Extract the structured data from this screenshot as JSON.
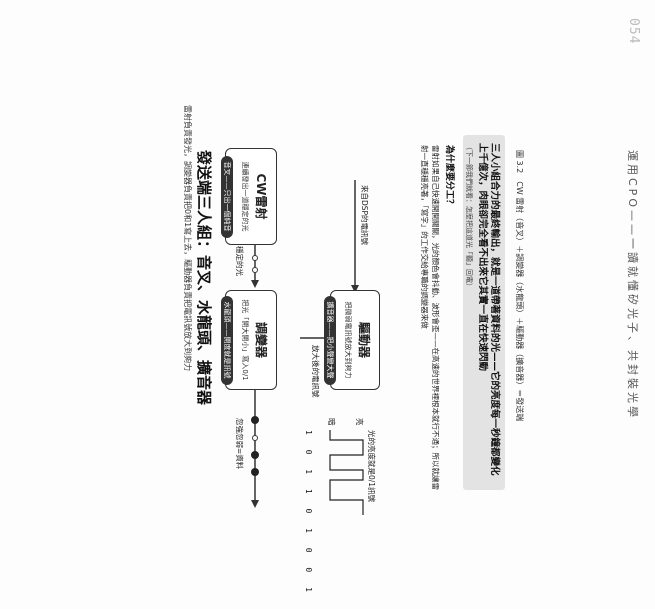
{
  "header": {
    "running_title": "運用CPO——一讀就懂矽光子、共封裝光學"
  },
  "page_number": "054",
  "diagram": {
    "title": "發送端三人組：音叉、水龍頭、擴音器",
    "subtitle": "雷射負責發光，調變器負責把0和1寫上去，驅動器負責把電訊號放大到夠力",
    "laser": {
      "title": "CW雷射",
      "desc": "連續發出一道穩定的光",
      "tag": "音叉——只出一個純音"
    },
    "modulator": {
      "title": "調變器",
      "desc": "把光「開大開小」寫入0/1",
      "tag": "水龍頭——開度就是訊號"
    },
    "driver": {
      "title": "驅動器",
      "desc": "把微弱電訊號放大到夠力",
      "tag": "擴音器——把小聲變大聲"
    },
    "labels": {
      "stable_light": "穩定的光",
      "amplified_signal": "放大後的電訊號",
      "dsp_input": "來自DSP的電訊號",
      "data_light": "忽強忽弱=資料",
      "bright": "亮",
      "dark": "暗",
      "waveform_caption": "光的亮度就是0/1訊號"
    },
    "bits": "1 0 1 1 0 1 0 0 1",
    "note": {
      "heading": "為什麼要分工？",
      "body": "雷射如果自己快速開開關關，光的顏色會抖動、波形會歪——在高速的世界裡根本就行不通；所以就讓雷射一直穩穩亮著，「寫字」的工作交給專職的調變器來做"
    }
  },
  "summary": {
    "main": "三人小組合力的最終輸出，就是一道帶著資料的光——它的亮度每一秒鐘都變化上千億次，肉眼卻完全看不出來它其實一直在快速閃動",
    "sub": "（下一節我們就看：怎麼把這道光「聽」回電）"
  },
  "figure_caption": "圖 3.2　CW 雷射（音叉）＋調變器（水龍頭）＋驅動器（擴音器）＝發送端",
  "colors": {
    "ink": "#222222",
    "pill": "#333333",
    "summary_bg": "#e3e3e3",
    "page_number": "#bbbbbb"
  }
}
